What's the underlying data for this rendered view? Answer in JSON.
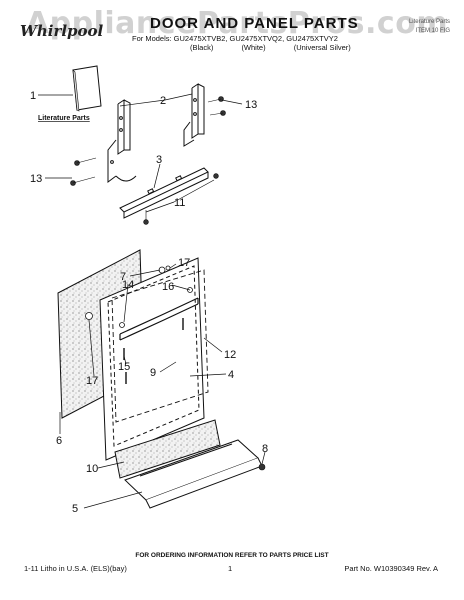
{
  "header": {
    "watermark": "AppliancePartsPros.com",
    "logo": "Whirlpool",
    "title": "DOOR AND PANEL PARTS",
    "models": "For Models: GU2475XTVB2, GU2475XTVQ2, GU2475XTVY2",
    "variants": [
      "(Black)",
      "(White)",
      "(Universal Silver)"
    ],
    "top_right_line1": "Literature Parts",
    "top_right_line2": "ITEM 10 FIG"
  },
  "diagram": {
    "literature_label": "Literature Parts",
    "callouts": [
      "1",
      "2",
      "13",
      "3",
      "13",
      "11",
      "7",
      "17",
      "14",
      "16",
      "12",
      "17",
      "15",
      "9",
      "4",
      "6",
      "8",
      "10",
      "5"
    ]
  },
  "footer": {
    "ordering_note": "FOR ORDERING INFORMATION REFER TO PARTS PRICE LIST",
    "litho": "1-11 Litho in U.S.A. (ELS)(bay)",
    "page": "1",
    "part_no": "Part No. W10390349 Rev. A"
  }
}
